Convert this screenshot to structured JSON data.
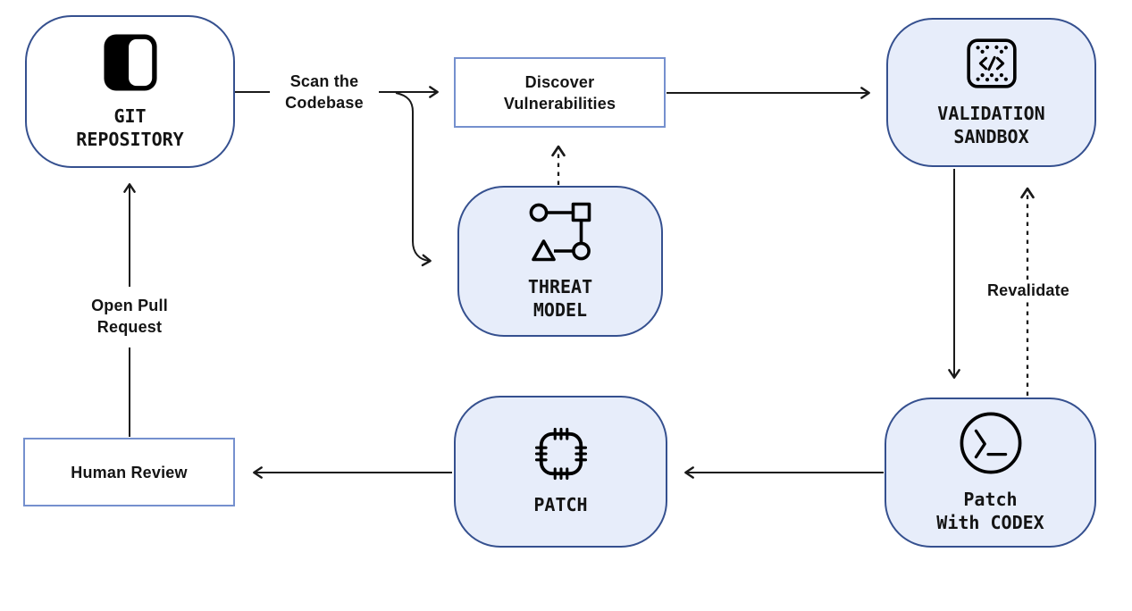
{
  "palette": {
    "node_border": "#35508f",
    "rect_border": "#7590ce",
    "node_fill": "#e7edfa",
    "white_fill": "#ffffff",
    "arrow": "#1a1a1a",
    "text": "#141414"
  },
  "nodes": {
    "git_repository": {
      "line1": "GIT",
      "line2": "REPOSITORY",
      "icon": "repository-icon"
    },
    "validation_sandbox": {
      "line1": "VALIDATION",
      "line2": "SANDBOX",
      "icon": "sandbox-code-icon"
    },
    "threat_model": {
      "line1": "THREAT",
      "line2": "MODEL",
      "icon": "node-graph-icon"
    },
    "patch": {
      "line1": "PATCH",
      "icon": "patch-stitch-icon"
    },
    "patch_with_codex": {
      "line1": "Patch",
      "line2": "With CODEX",
      "icon": "terminal-prompt-icon"
    }
  },
  "boxes": {
    "discover_vulnerabilities": {
      "line1": "Discover",
      "line2": "Vulnerabilities"
    },
    "human_review": {
      "line1": "Human Review"
    }
  },
  "edge_labels": {
    "scan_the_codebase": {
      "line1": "Scan the",
      "line2": "Codebase"
    },
    "revalidate": {
      "line1": "Revalidate"
    },
    "open_pull_request": {
      "line1": "Open Pull",
      "line2": "Request"
    }
  }
}
